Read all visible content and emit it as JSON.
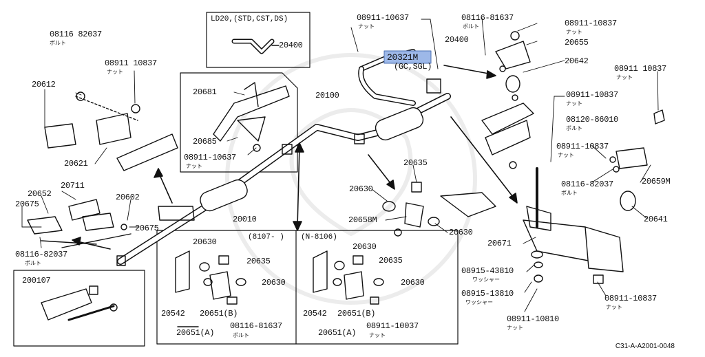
{
  "diagram": {
    "code": "C31-A-A2001-0048",
    "boxes": {
      "ld20": "LD20,(STD,CST,DS)",
      "b8107": "(8107-    )",
      "bn8106": "(N-8106)",
      "b200107": "200107"
    },
    "labels": {
      "p08116_82037_tl": "08116  82037",
      "sub_bolt_tl": "ボルト",
      "p08911_10837_tl": "08911  10837",
      "sub_nut_tl": "ナット",
      "p20612": "20612",
      "p20621": "20621",
      "p20400_box": "20400",
      "p20681": "20681",
      "p20685": "20685",
      "p08911_10637_l": "08911-10637",
      "sub_nut_l": "ナット",
      "p20100": "20100",
      "p08911_10637_t": "08911-10637",
      "sub_nut_t": "ナット",
      "p20321m": "20321M",
      "p_gcsgl": "(GC,SGL)",
      "p20400": "20400",
      "p08116_81637_t": "08116-81637",
      "sub_bolt_t": "ボルト",
      "p08911_10837_tr": "08911-10837",
      "sub_nut_tr": "ナット",
      "p20655": "20655",
      "p20642": "20642",
      "p08911_10837_far": "08911  10837",
      "sub_nut_far": "ナット",
      "p08911_10837_r": "08911-10837",
      "sub_nut_r": "ナット",
      "p08120_86010": "08120-86010",
      "sub_bolt_r": "ボルト",
      "p08911_10837_r2": "08911-10837",
      "sub_nut_r2": "ナット",
      "p08116_82037_r": "08116-82037",
      "sub_bolt_r3": "ボルト",
      "p20659m": "20659M",
      "p20641": "20641",
      "p20652": "20652",
      "p20711": "20711",
      "p20675_l": "20675",
      "p20602": "20602",
      "p20675_c": "20675",
      "p08116_82037_bl": "08116-82037",
      "sub_bolt_bl": "ボルト",
      "p20010": "20010",
      "p20635_c": "20635",
      "p20630_c": "20630",
      "p20658m": "20658M",
      "p20630_c2": "20630",
      "p20671": "20671",
      "p08915_43810": "08915-43810",
      "sub_washer1": "ワッシャー",
      "p08915_13810": "08915-13810",
      "sub_washer2": "ワッシャー",
      "p08911_10810": "08911-10810",
      "sub_nut_b": "ナット",
      "p08911_10837_br": "08911-10837",
      "sub_nut_br": "ナット",
      "a_20630_1": "20630",
      "a_20635": "20635",
      "a_20630_2": "20630",
      "a_20542": "20542",
      "a_20651b": "20651(B)",
      "a_20651a": "20651(A)",
      "a_08116_81637": "08116-81637",
      "a_sub_bolt": "ボルト",
      "b_20630_1": "20630",
      "b_20635": "20635",
      "b_20630_2": "20630",
      "b_20542": "20542",
      "b_20651b": "20651(B)",
      "b_20651a": "20651(A)",
      "b_08911_10037": "08911-10037",
      "b_sub_nut": "ナット"
    }
  }
}
